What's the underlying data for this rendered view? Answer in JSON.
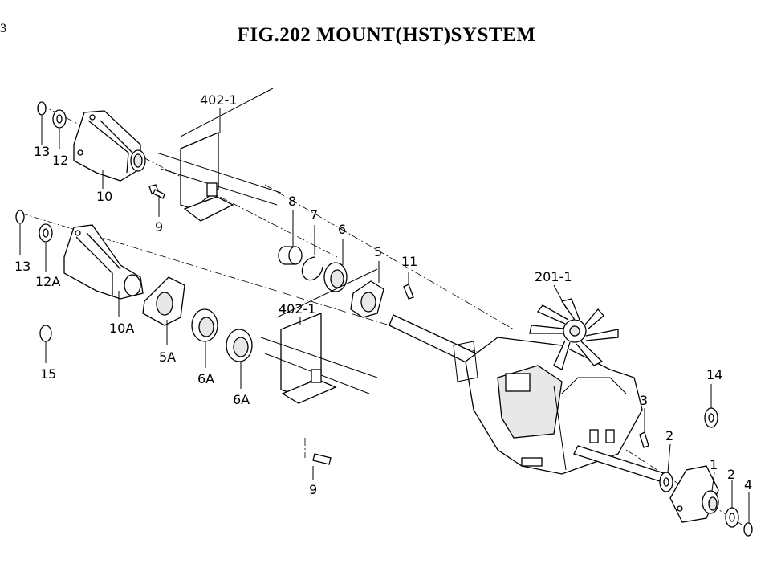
{
  "title": "FIG.202  MOUNT(HST)SYSTEM",
  "corner_mark": "3",
  "labels": {
    "l13a": "13",
    "l12": "12",
    "l10": "10",
    "l4021a": "402-1",
    "l9a": "9",
    "l8": "8",
    "l7": "7",
    "l6": "6",
    "l5": "5",
    "l11": "11",
    "l13b": "13",
    "l12a": "12A",
    "l10a": "10A",
    "l5a": "5A",
    "l6a1": "6A",
    "l6a2": "6A",
    "l4021b": "402-1",
    "l15": "15",
    "l9b": "9",
    "l2011": "201-1",
    "l14": "14",
    "l3": "3",
    "l2a": "2",
    "l1": "1",
    "l2b": "2",
    "l4": "4"
  }
}
